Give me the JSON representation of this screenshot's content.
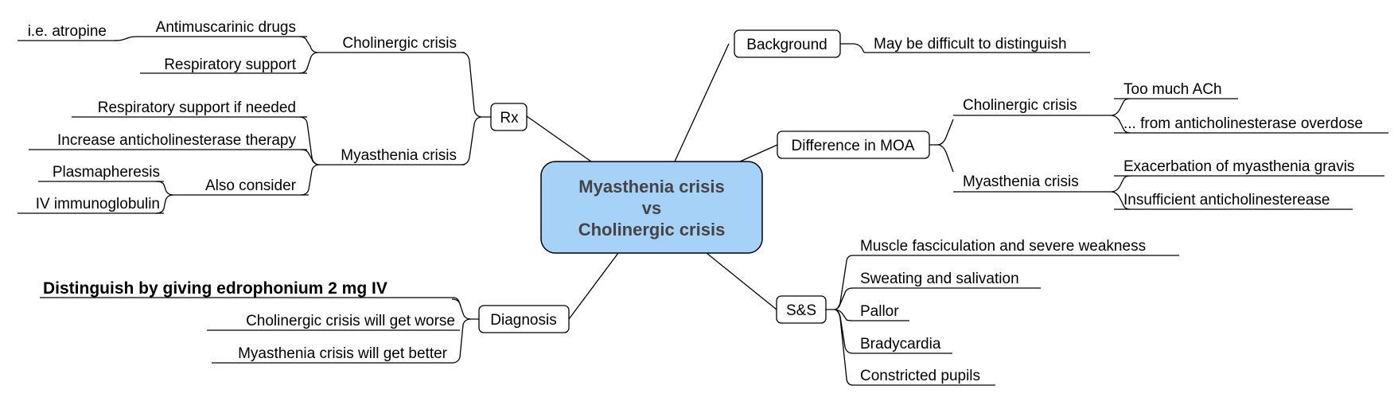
{
  "center": {
    "line1": "Myasthenia crisis",
    "line2": "vs",
    "line3": "Cholinergic crisis",
    "fill": "#a6d2f8"
  },
  "background": {
    "label": "Background",
    "note": "May be difficult to distinguish"
  },
  "moa": {
    "label": "Difference in MOA",
    "cholinergic": {
      "label": "Cholinergic crisis",
      "items": [
        "Too much ACh",
        "... from anticholinesterase overdose"
      ]
    },
    "myasthenia": {
      "label": "Myasthenia crisis",
      "items": [
        "Exacerbation of myasthenia gravis",
        "Insufficient anticholinesterease"
      ]
    }
  },
  "ss": {
    "label": "S&S",
    "items": [
      "Muscle fasciculation and severe weakness",
      "Sweating and salivation",
      "Pallor",
      "Bradycardia",
      "Constricted pupils"
    ]
  },
  "diagnosis": {
    "label": "Diagnosis",
    "headline": "Distinguish by giving edrophonium 2 mg IV",
    "items": [
      "Cholinergic crisis will get worse",
      "Myasthenia crisis will get better"
    ]
  },
  "rx": {
    "label": "Rx",
    "cholinergic": {
      "label": "Cholinergic crisis",
      "drugs": {
        "label": "Antimuscarinic drugs",
        "example": "i.e. atropine"
      },
      "support": "Respiratory support"
    },
    "myasthenia": {
      "label": "Myasthenia crisis",
      "items": [
        "Respiratory support if needed",
        "Increase anticholinesterase therapy"
      ],
      "also": {
        "label": "Also consider",
        "items": [
          "Plasmapheresis",
          "IV immunoglobulin"
        ]
      }
    }
  }
}
